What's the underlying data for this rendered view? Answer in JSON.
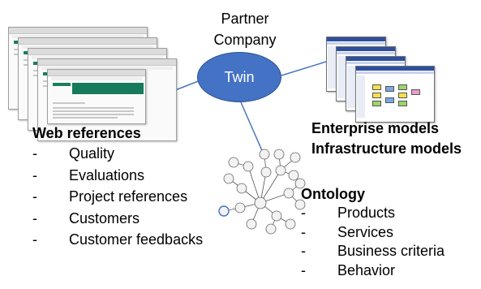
{
  "partner": {
    "line1": "Partner",
    "line2": "Company"
  },
  "twin": {
    "label": "Twin"
  },
  "web_references": {
    "heading": "Web references",
    "items": [
      "Quality",
      "Evaluations",
      "Project references",
      "Customers",
      "Customer feedbacks"
    ]
  },
  "enterprise": {
    "heading_line1": "Enterprise models",
    "heading_line2": "Infrastructure models"
  },
  "ontology": {
    "heading": "Ontology",
    "items": [
      "Products",
      "Services",
      "Business criteria",
      "Behavior"
    ]
  },
  "colors": {
    "twin_fill": "#4472c4",
    "connector": "#4a76c6",
    "web_banner": "#167a5c"
  }
}
